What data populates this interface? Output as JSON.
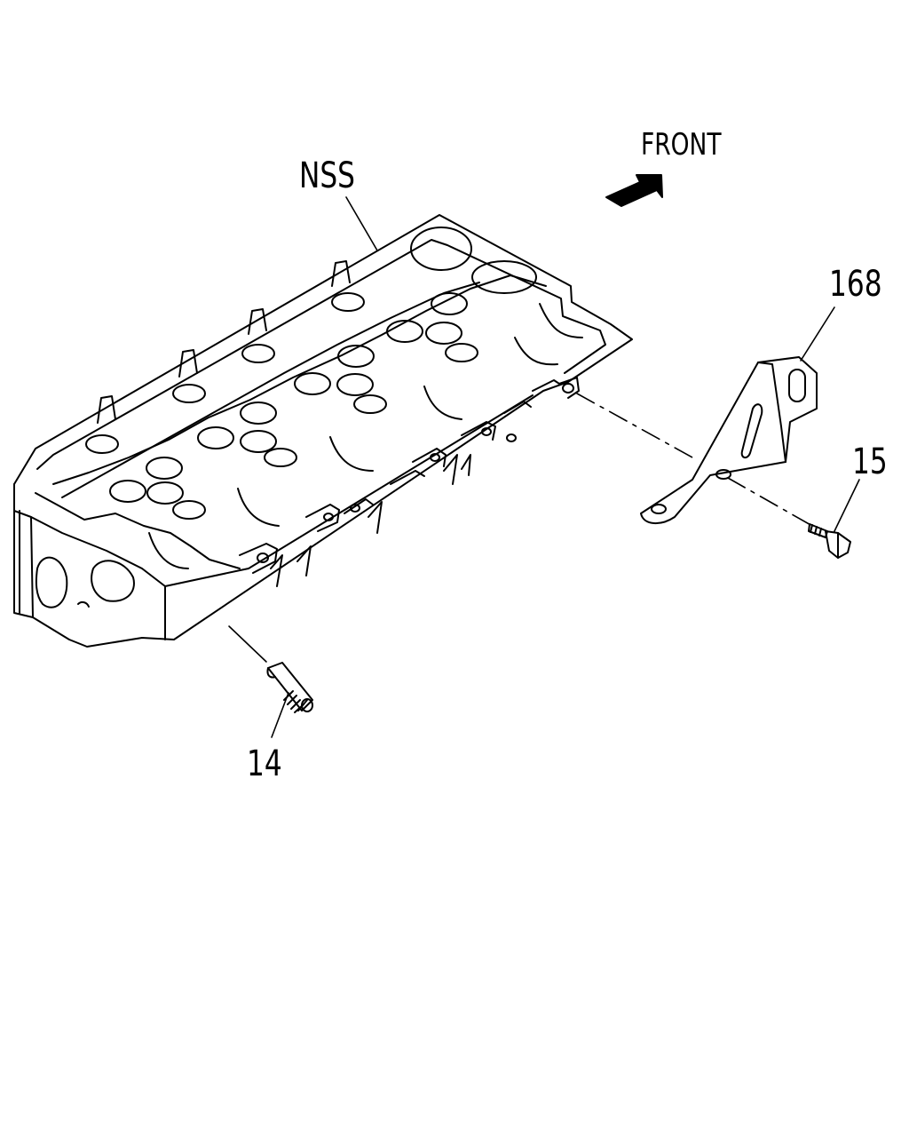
{
  "labels": {
    "front": "FRONT",
    "cylinder_head": "NSS",
    "bracket": "168",
    "bolt": "15",
    "stud": "14"
  },
  "colors": {
    "line": "#000000",
    "background": "#ffffff"
  }
}
